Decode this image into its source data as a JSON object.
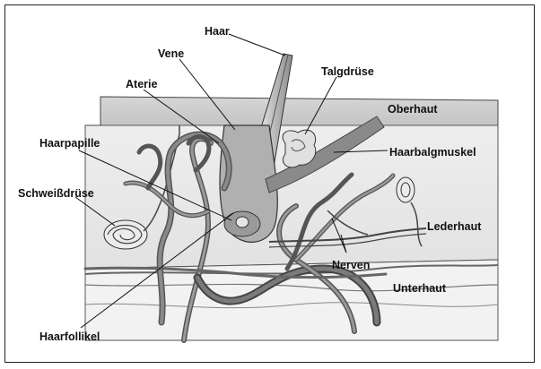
{
  "labels": {
    "haar": "Haar",
    "vene": "Vene",
    "aterie": "Aterie",
    "talgdruese": "Talgdrüse",
    "oberhaut": "Oberhaut",
    "haarpapille": "Haarpapille",
    "haarbalgmuskel": "Haarbalgmuskel",
    "schweissdruese": "Schweißdrüse",
    "lederhaut": "Lederhaut",
    "nerven": "Nerven",
    "unterhaut": "Unterhaut",
    "haarfollikel": "Haarfollikel"
  }
}
